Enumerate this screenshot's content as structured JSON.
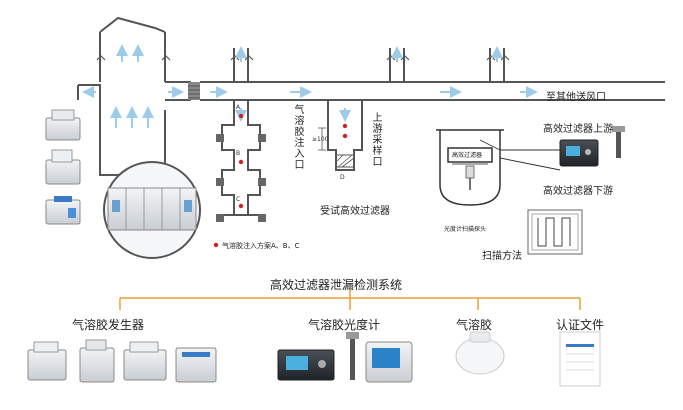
{
  "labels": {
    "to_other_outlets": "至其他送风口",
    "hepa_upstream": "高效过滤器上游",
    "hepa_downstream": "高效过滤器下游",
    "aerosol_injection": "气溶胶注入口",
    "upstream_sampling": "上游采样口",
    "filter_under_test": "受试高效过滤器",
    "hepa_filter_box": "高效过滤器",
    "photometer_probe": "光度计扫描探头",
    "scan_method": "扫描方法",
    "injection_schemes": "气溶胶注入方案A、B、C",
    "system_title": "高效过滤器泄漏检测系统",
    "dim_100": "≥100",
    "point_a": "A",
    "point_b": "B",
    "point_c": "C",
    "point_d": "D"
  },
  "categories": [
    {
      "name": "气溶胶发生器"
    },
    {
      "name": "气溶胶光度计"
    },
    {
      "name": "气溶胶"
    },
    {
      "name": "认证文件"
    }
  ],
  "colors": {
    "duct_stroke": "#555555",
    "airflow_arrow": "#9ecbe8",
    "orange_line": "#e8a032",
    "marker_red": "#cc2222"
  }
}
